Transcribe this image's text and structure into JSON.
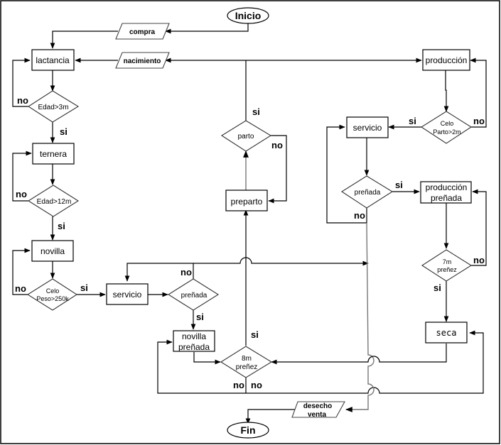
{
  "diagram": {
    "terminals": {
      "start": "Inicio",
      "end": "Fin"
    },
    "io": {
      "compra": "compra",
      "nacimiento": "nacimiento",
      "desecho_line1": "desecho",
      "desecho_line2": "venta"
    },
    "processes": {
      "lactancia": "lactancia",
      "ternera": "ternera",
      "novilla": "novilla",
      "servicio_left": "servicio",
      "novilla_prenada_line1": "novilla",
      "novilla_prenada_line2": "preñada",
      "preparto": "preparto",
      "produccion": "producción",
      "servicio_right": "servicio",
      "produccion_prenada_line1": "producción",
      "produccion_prenada_line2": "preñada",
      "seca": "seca"
    },
    "decisions": {
      "edad3m": "Edad>3m",
      "edad12m": "Edad>12m",
      "celo_peso_line1": "Celo",
      "celo_peso_line2": "Peso>250k",
      "prenada_left": "preñada",
      "prenada_8m_line1": "8m",
      "prenada_8m_line2": "preñez",
      "parto": "parto",
      "celo_parto_line1": "Celo",
      "celo_parto_line2": "Parto>2m",
      "prenada_right": "preñada",
      "prenez_7m_line1": "7m",
      "prenez_7m_line2": "preñez"
    },
    "labels": {
      "yes": "si",
      "no": "no"
    }
  }
}
